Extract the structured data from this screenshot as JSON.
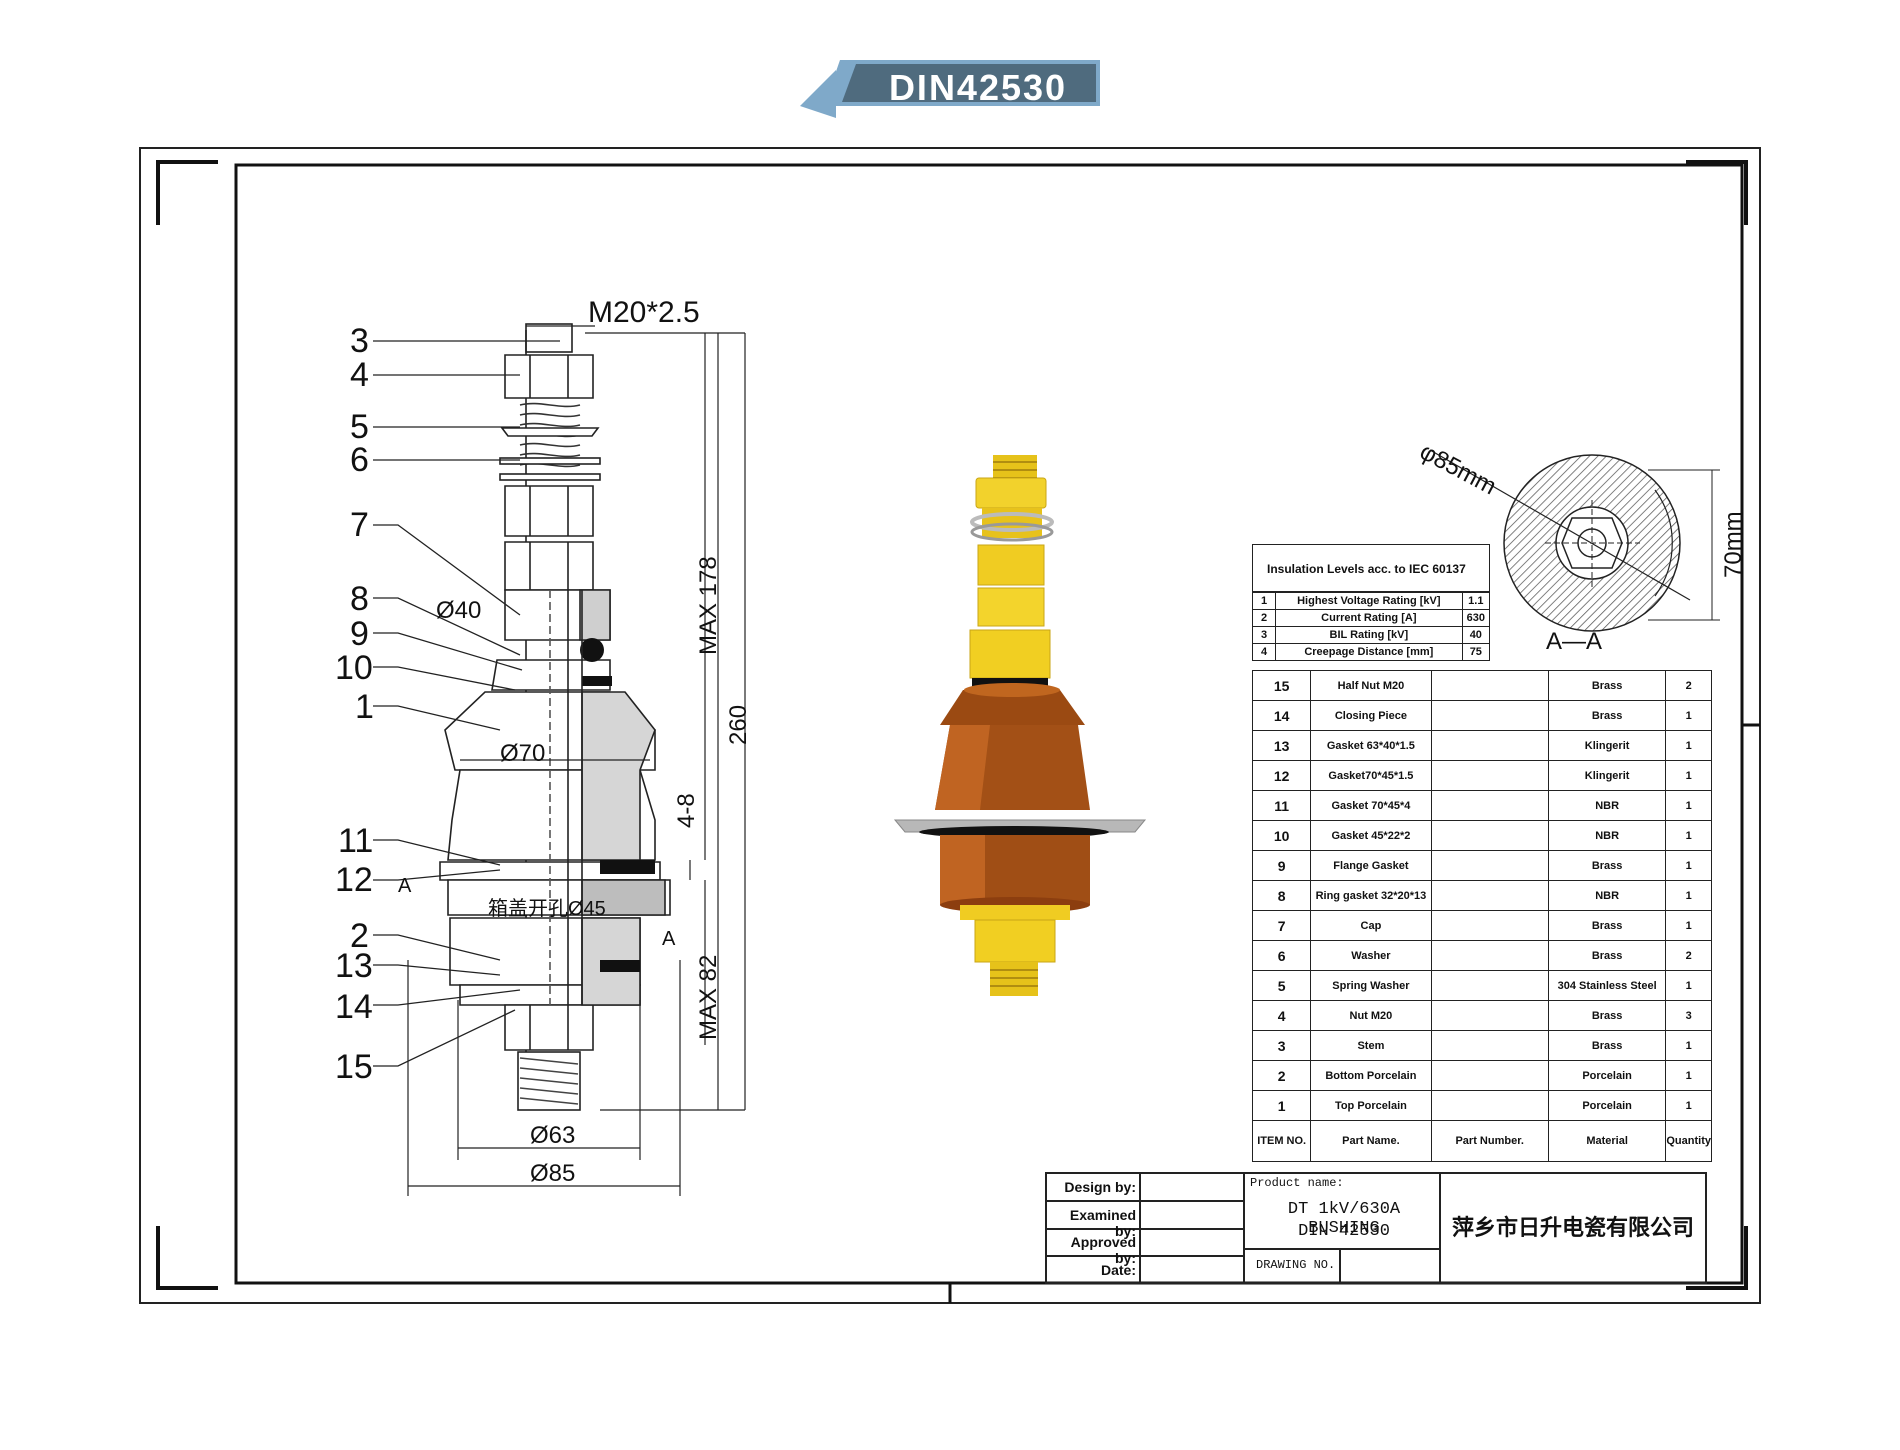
{
  "banner": {
    "label": "DIN42530"
  },
  "drawing": {
    "callouts": [
      "3",
      "4",
      "5",
      "6",
      "7",
      "8",
      "9",
      "10",
      "1",
      "11",
      "12",
      "2",
      "13",
      "14",
      "15"
    ],
    "dims": {
      "thread": "M20*2.5",
      "d40": "Ø40",
      "d70": "Ø70",
      "d63": "Ø63",
      "d85": "Ø85",
      "lid_hole": "箱盖开孔Ø45",
      "max178": "MAX 178",
      "len260": "260",
      "range48": "4-8",
      "max82": "MAX 82",
      "section_mark": "A"
    },
    "section": {
      "dia": "φ85mm",
      "height": "70mm",
      "label": "A—A"
    }
  },
  "insulation": {
    "title": "Insulation Levels acc. to IEC 60137",
    "rows": [
      {
        "no": "1",
        "name": "Highest Voltage Rating [kV]",
        "value": "1.1"
      },
      {
        "no": "2",
        "name": "Current Rating [A]",
        "value": "630"
      },
      {
        "no": "3",
        "name": "BIL Rating [kV]",
        "value": "40"
      },
      {
        "no": "4",
        "name": "Creepage Distance [mm]",
        "value": "75"
      }
    ]
  },
  "parts": {
    "rows": [
      {
        "no": "15",
        "name": "Half Nut M20",
        "part": "",
        "material": "Brass",
        "qty": "2"
      },
      {
        "no": "14",
        "name": "Closing Piece",
        "part": "",
        "material": "Brass",
        "qty": "1"
      },
      {
        "no": "13",
        "name": "Gasket 63*40*1.5",
        "part": "",
        "material": "Klingerit",
        "qty": "1"
      },
      {
        "no": "12",
        "name": "Gasket70*45*1.5",
        "part": "",
        "material": "Klingerit",
        "qty": "1"
      },
      {
        "no": "11",
        "name": "Gasket 70*45*4",
        "part": "",
        "material": "NBR",
        "qty": "1"
      },
      {
        "no": "10",
        "name": "Gasket 45*22*2",
        "part": "",
        "material": "NBR",
        "qty": "1"
      },
      {
        "no": "9",
        "name": "Flange Gasket",
        "part": "",
        "material": "Brass",
        "qty": "1"
      },
      {
        "no": "8",
        "name": "Ring gasket 32*20*13",
        "part": "",
        "material": "NBR",
        "qty": "1"
      },
      {
        "no": "7",
        "name": "Cap",
        "part": "",
        "material": "Brass",
        "qty": "1"
      },
      {
        "no": "6",
        "name": "Washer",
        "part": "",
        "material": "Brass",
        "qty": "2"
      },
      {
        "no": "5",
        "name": "Spring Washer",
        "part": "",
        "material": "304 Stainless Steel",
        "qty": "1"
      },
      {
        "no": "4",
        "name": "Nut M20",
        "part": "",
        "material": "Brass",
        "qty": "3"
      },
      {
        "no": "3",
        "name": "Stem",
        "part": "",
        "material": "Brass",
        "qty": "1"
      },
      {
        "no": "2",
        "name": "Bottom Porcelain",
        "part": "",
        "material": "Porcelain",
        "qty": "1"
      },
      {
        "no": "1",
        "name": "Top Porcelain",
        "part": "",
        "material": "Porcelain",
        "qty": "1"
      }
    ],
    "header": {
      "no": "ITEM NO.",
      "name": "Part Name.",
      "part": "Part Number.",
      "material": "Material",
      "qty": "Quantity"
    }
  },
  "title_block": {
    "design_by": "Design by:",
    "examined_by": "Examined by:",
    "approved_by": "Approved by:",
    "date": "Date:",
    "product_label": "Product name:",
    "product_line1": "DT 1kV/630A BUSHING",
    "product_line2": "DIN 42530",
    "drawing_no": "DRAWING NO.",
    "company": "萍乡市日升电瓷有限公司"
  }
}
